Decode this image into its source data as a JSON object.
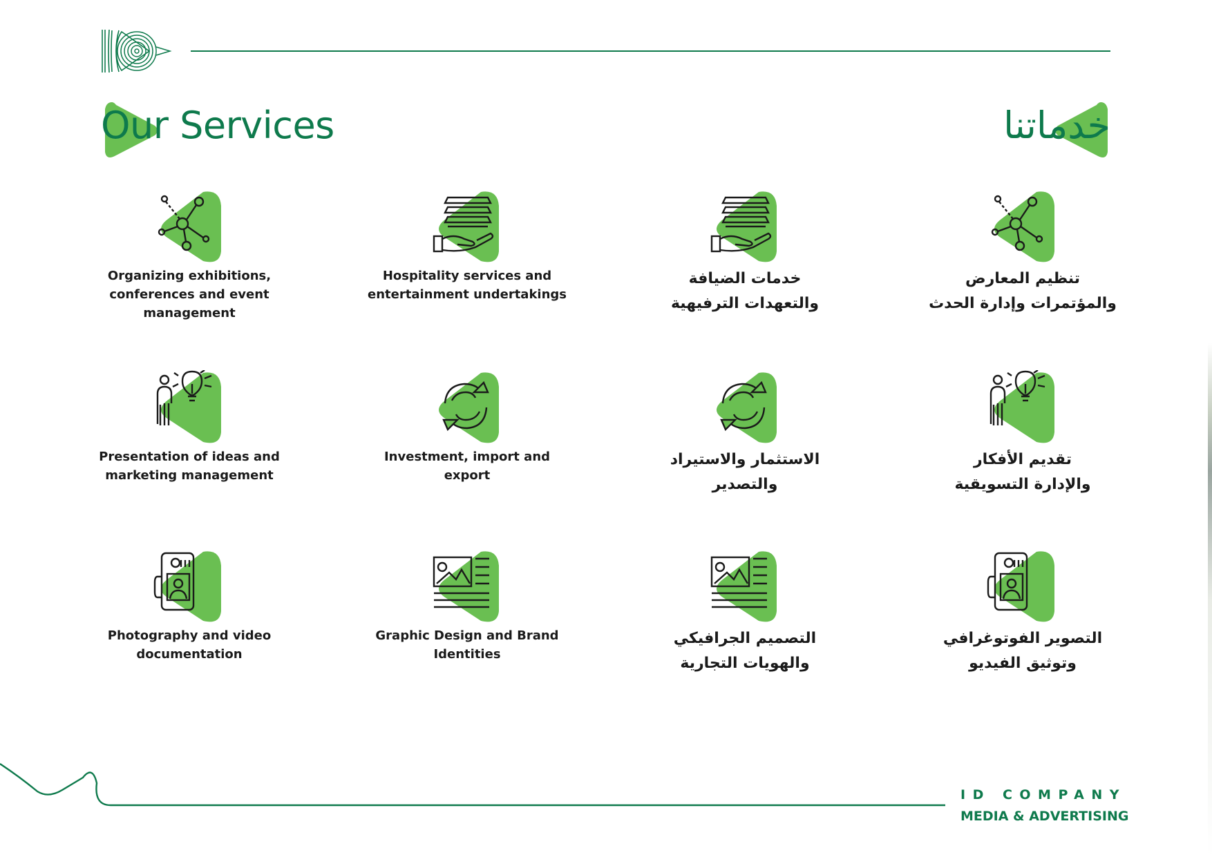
{
  "heading": {
    "english": "Our Services",
    "arabic": "خدماتنا"
  },
  "services": [
    {
      "icon": "network-nodes-icon",
      "lines": [
        "Organizing exhibitions,",
        "conferences and event",
        "management"
      ]
    },
    {
      "icon": "hand-holding-stack-icon",
      "lines": [
        "Hospitality services and",
        "entertainment undertakings"
      ]
    },
    {
      "icon": "hand-holding-stack-icon",
      "lines": [
        "خدمات الضيافة",
        "والتعهدات الترفيهية"
      ]
    },
    {
      "icon": "network-nodes-icon",
      "lines": [
        "تنظيم المعارض",
        "والمؤتمرات وإدارة الحدث"
      ]
    },
    {
      "icon": "person-lightbulb-icon",
      "lines": [
        "Presentation of ideas and",
        "marketing management"
      ]
    },
    {
      "icon": "refresh-cycle-icon",
      "lines": [
        "Investment, import and",
        "export"
      ]
    },
    {
      "icon": "refresh-cycle-icon",
      "lines": [
        "الاستثمار والاستيراد",
        "والتصدير"
      ]
    },
    {
      "icon": "person-lightbulb-icon",
      "lines": [
        "تقديم الأفكار",
        "والإدارة التسويقية"
      ]
    },
    {
      "icon": "photo-id-device-icon",
      "lines": [
        "Photography and video",
        "documentation"
      ]
    },
    {
      "icon": "image-document-icon",
      "lines": [
        "Graphic Design and Brand",
        "Identities"
      ]
    },
    {
      "icon": "image-document-icon",
      "lines": [
        "التصميم الجرافيكي",
        "والهويات التجارية"
      ]
    },
    {
      "icon": "photo-id-device-icon",
      "lines": [
        "التصوير الفوتوغرافي",
        "وتوثيق الفيديو"
      ]
    }
  ],
  "company": {
    "name": "ID COMPANY",
    "tagline": "MEDIA & ADVERTISING"
  },
  "colors": {
    "brand_green": "#0e7a4c",
    "accent_green": "#6abf52",
    "text": "#1a1a1a"
  }
}
